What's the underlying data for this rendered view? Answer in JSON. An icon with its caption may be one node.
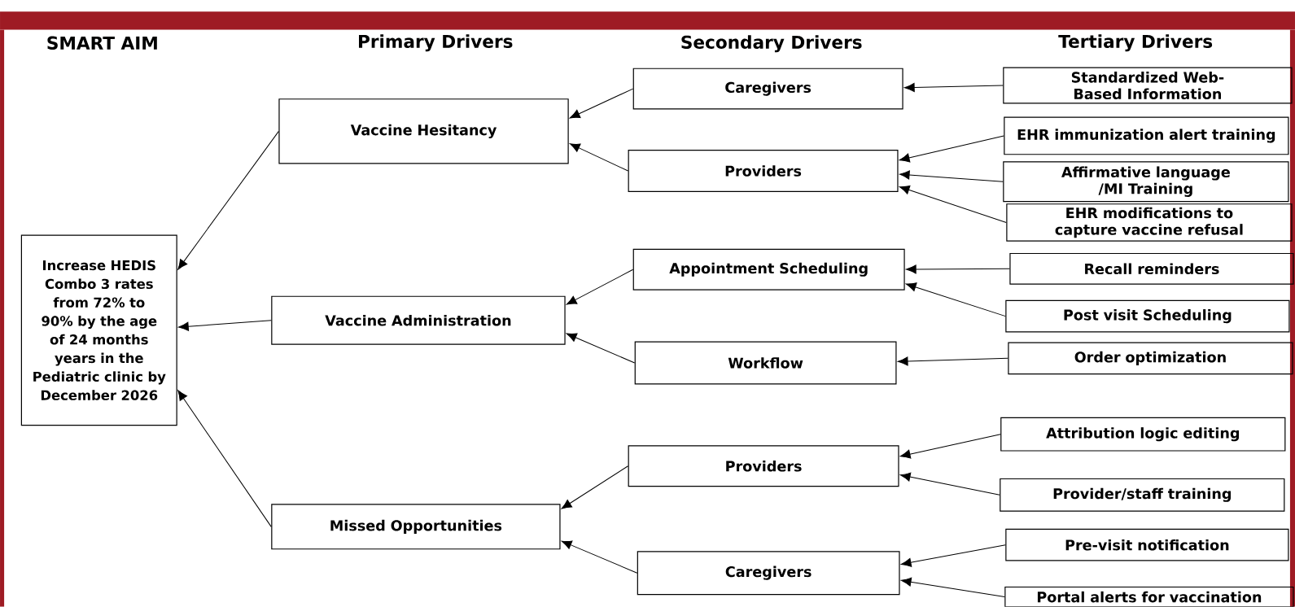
{
  "diagram": {
    "nodes": [
      {
        "text": [
          "Increase HEDIS Combo 3 rates from 72% to 90% by the age of 24 months  years in the Pediatric clinic by December 2026"
        ]
      },
      {
        "text": [
          "Vaccine Hesitancy"
        ]
      },
      {
        "text": [
          "Vaccine Administration"
        ]
      },
      {
        "text": [
          "Missed Opportunities"
        ]
      },
      {
        "text": [
          "Caregivers"
        ]
      },
      {
        "text": [
          "Providers"
        ]
      },
      {
        "text": [
          "Appointment Scheduling"
        ]
      },
      {
        "text": [
          "Workflow"
        ]
      },
      {
        "text": [
          "Providers"
        ]
      },
      {
        "text": [
          "Caregivers"
        ]
      },
      {
        "text": [
          "Standardized Web-Based Information"
        ]
      },
      {
        "text": [
          "EHR immunization alert training"
        ]
      },
      {
        "text": [
          "Affirmative language /MI Training"
        ]
      },
      {
        "text": [
          "EHR modifications to capture vaccine refusal"
        ]
      },
      {
        "text": [
          "Recall reminders"
        ]
      },
      {
        "text": [
          "Post visit Scheduling"
        ]
      },
      {
        "text": [
          "Order optimization"
        ]
      },
      {
        "text": [
          "Attribution logic editing"
        ]
      },
      {
        "text": [
          "Provider/staff training"
        ]
      },
      {
        "text": [
          "Pre-visit notification"
        ]
      },
      {
        "text": [
          "Portal alerts for vaccination"
        ]
      }
    ],
    "edges": [
      {
        "from": 10,
        "to": 4,
        "arrow": "to"
      },
      {
        "from": 11,
        "to": 5,
        "arrow": "to"
      },
      {
        "from": 12,
        "to": 5,
        "arrow": "to"
      },
      {
        "from": 13,
        "to": 5,
        "arrow": "to"
      },
      {
        "from": 14,
        "to": 6,
        "arrow": "to"
      },
      {
        "from": 15,
        "to": 6,
        "arrow": "to"
      },
      {
        "from": 16,
        "to": 7,
        "arrow": "to"
      },
      {
        "from": 17,
        "to": 8,
        "arrow": "to"
      },
      {
        "from": 18,
        "to": 8,
        "arrow": "to"
      },
      {
        "from": 19,
        "to": 9,
        "arrow": "to"
      },
      {
        "from": 20,
        "to": 9,
        "arrow": "to"
      },
      {
        "from": 4,
        "to": 1,
        "arrow": "to"
      },
      {
        "from": 5,
        "to": 1,
        "arrow": "to"
      },
      {
        "from": 6,
        "to": 2,
        "arrow": "to"
      },
      {
        "from": 7,
        "to": 2,
        "arrow": "to"
      },
      {
        "from": 8,
        "to": 3,
        "arrow": "to"
      },
      {
        "from": 9,
        "to": 3,
        "arrow": "to"
      },
      {
        "from": 1,
        "to": 0,
        "arrow": "to"
      },
      {
        "from": 2,
        "to": 0,
        "arrow": "to"
      },
      {
        "from": 3,
        "to": 0,
        "arrow": "to"
      }
    ],
    "labels": [
      "SMART AIM",
      "Primary Drivers",
      "Secondary Drivers",
      "Tertiary Drivers"
    ]
  }
}
